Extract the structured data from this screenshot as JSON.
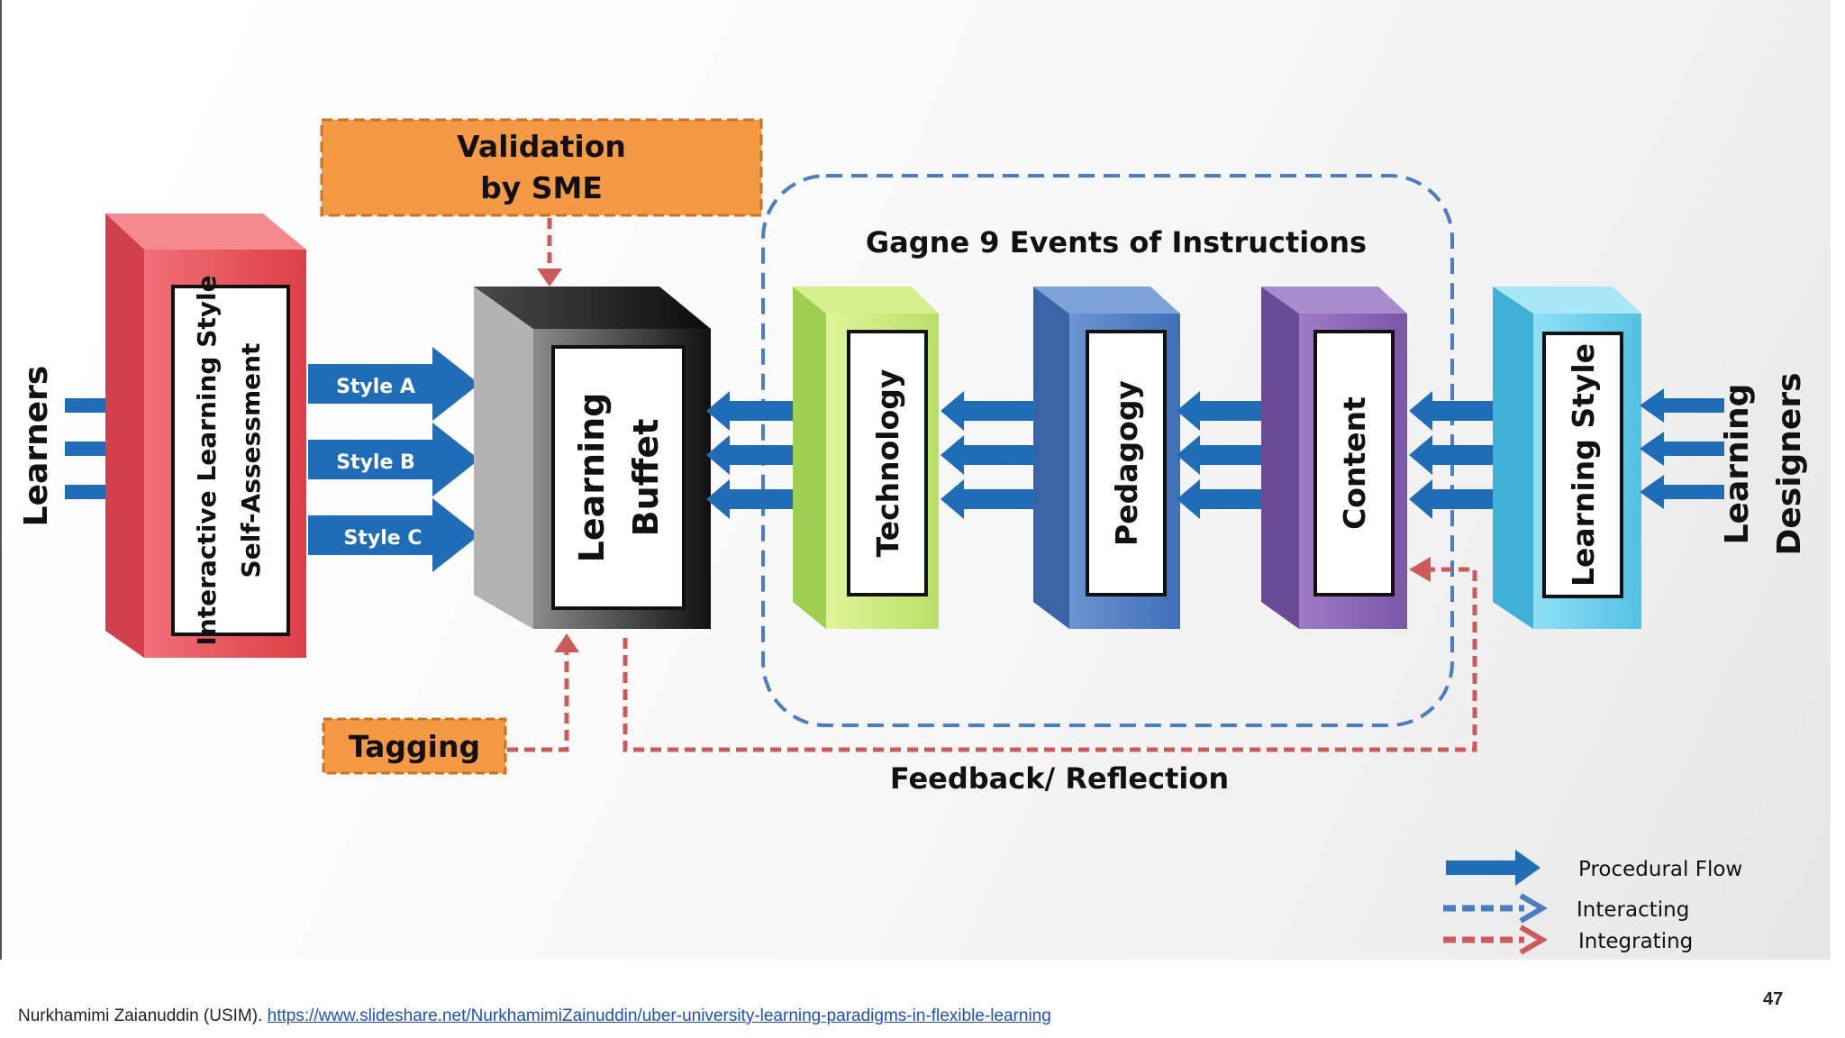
{
  "diagram": {
    "validation_label": [
      "Validation",
      "by SME"
    ],
    "tagging_label": "Tagging",
    "gagne_title": "Gagne 9 Events of Instructions",
    "feedback_label": "Feedback/ Reflection",
    "learners_label": "Learners",
    "designers_label": [
      "Learning",
      "Designers"
    ],
    "style_arrows": [
      "Style A",
      "Style B",
      "Style C"
    ],
    "boxes": {
      "assessment": [
        "Interactive Learning Style",
        "Self-Assessment"
      ],
      "buffet": [
        "Learning",
        "Buffet"
      ],
      "technology": "Technology",
      "pedagogy": "Pedagogy",
      "content": "Content",
      "learning_style": "Learning Style"
    },
    "legend": [
      {
        "label": "Procedural Flow",
        "style": "solid-blue"
      },
      {
        "label": "Interacting",
        "style": "dashed-blue"
      },
      {
        "label": "Integrating",
        "style": "dashed-red"
      }
    ],
    "colors": {
      "arrow_blue": "#1f6db7",
      "dash_blue": "#4a7ec4",
      "dash_red": "#cc5a5a",
      "assessment_red": "#e8555c",
      "buffet_gray": "#5a5a5a",
      "technology_green": "#c8e87a",
      "pedagogy_blue": "#4f7fc3",
      "content_purple": "#8a67b3",
      "learning_style_cyan": "#6dcdea",
      "callout_orange": "#f49a45"
    }
  },
  "footer": {
    "author": "Nurkhamimi Zaianuddin (USIM).",
    "url": "https://www.slideshare.net/NurkhamimiZainuddin/uber-university-learning-paradigms-in-flexible-learning",
    "page_number": "47"
  }
}
